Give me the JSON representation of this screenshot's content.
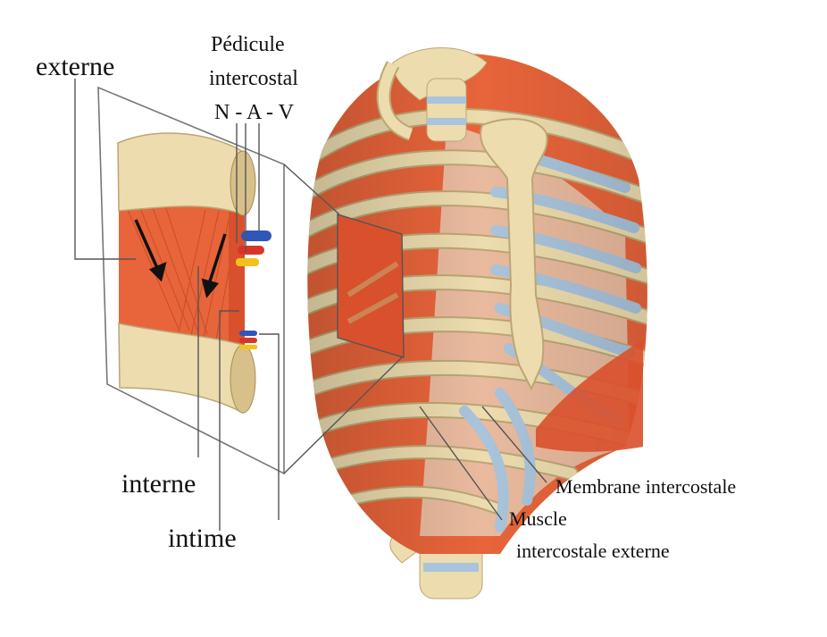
{
  "labels": {
    "externe": "externe",
    "pedicule_line1": "Pédicule",
    "pedicule_line2": "intercostal",
    "nav": "N - A - V",
    "interne": "interne",
    "intime": "intime",
    "membrane": "Membrane intercostale",
    "muscle_line1": "Muscle",
    "muscle_line2": "intercostale externe"
  },
  "colors": {
    "muscle": "#e8643a",
    "muscle_dark": "#c94a26",
    "bone": "#ecdcae",
    "bone_dark": "#bca674",
    "cartilage": "#a9c4dc",
    "membrane": "#e9c9b0",
    "nerve": "#f2c21b",
    "artery": "#d8352a",
    "vein": "#2f56b8",
    "leader": "#555555"
  }
}
